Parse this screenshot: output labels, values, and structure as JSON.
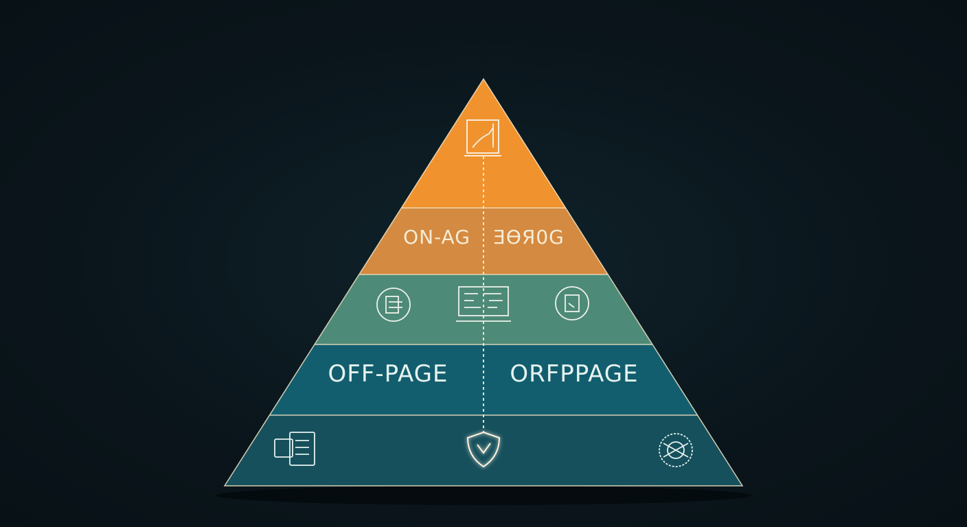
{
  "diagram": {
    "type": "pyramid",
    "colors": {
      "background": "#0b161c",
      "tier1": "#f0922e",
      "tier2": "#d48a40",
      "tier3": "#4e8a78",
      "tier4": "#135e6e",
      "tier5": "#16505c",
      "line": "#f3e6c8"
    },
    "tiers": [
      {
        "icons": [
          "document-chart-icon"
        ]
      },
      {
        "label_left": "ON-AG",
        "label_right": "ƎӨЯ0G"
      },
      {
        "icons": [
          "globe-document-icon",
          "computer-code-icon",
          "refresh-document-icon"
        ]
      },
      {
        "label_left": "OFF-PAGE",
        "label_right": "ORFPPAGE"
      },
      {
        "icons": [
          "documents-icon",
          "shield-icon",
          "network-globe-icon"
        ]
      }
    ]
  }
}
